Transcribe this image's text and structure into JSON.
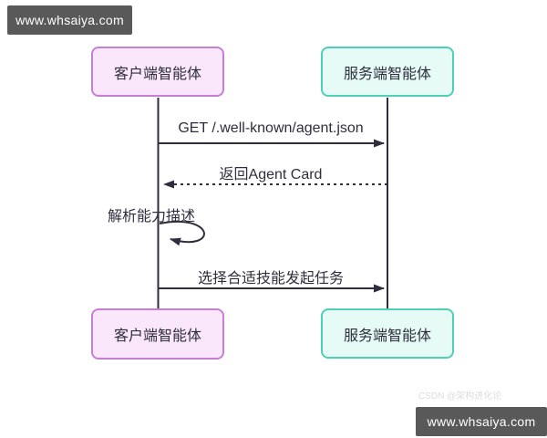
{
  "watermarks": {
    "top": "www.whsaiya.com",
    "bottom": "www.whsaiya.com",
    "csdn": "CSDN @架构进化论"
  },
  "diagram": {
    "type": "sequence-diagram",
    "line_color": "#2e2e3e",
    "actors": [
      {
        "id": "client",
        "label": "客户端智能体",
        "fill": "#fbe7fb",
        "border": "#c77fd4"
      },
      {
        "id": "server",
        "label": "服务端智能体",
        "fill": "#e7fbf6",
        "border": "#4fcfb7"
      }
    ],
    "messages": [
      {
        "from": "client",
        "to": "server",
        "label": "GET /.well-known/agent.json",
        "line": "solid",
        "direction": "right"
      },
      {
        "from": "server",
        "to": "client",
        "label": "返回Agent Card",
        "line": "dotted",
        "direction": "left"
      },
      {
        "from": "client",
        "to": "client",
        "label": "解析能力描述",
        "line": "self-loop",
        "direction": "self"
      },
      {
        "from": "client",
        "to": "server",
        "label": "选择合适技能发起任务",
        "line": "solid",
        "direction": "right"
      }
    ]
  }
}
